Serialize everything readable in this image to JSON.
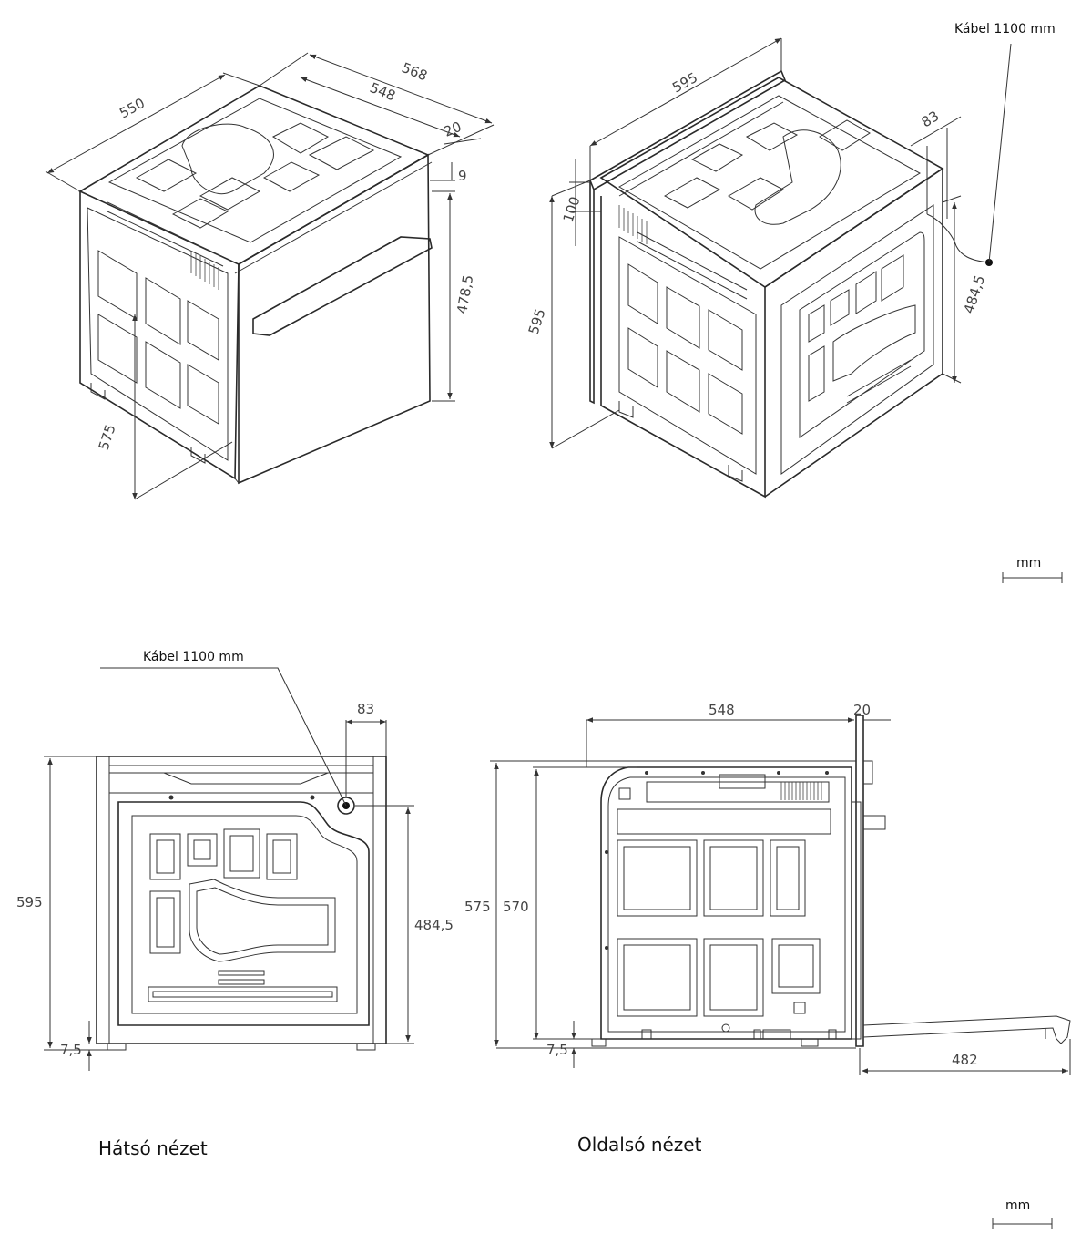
{
  "cable_note": "Kábel 1100 mm",
  "unit": "mm",
  "view1": {
    "d550": "550",
    "d568": "568",
    "d548": "548",
    "d20": "20",
    "d9": "9",
    "d478": "478,5",
    "d575": "575"
  },
  "view2": {
    "d595w": "595",
    "d83": "83",
    "d100": "100",
    "d595h": "595",
    "d484": "484,5"
  },
  "rear": {
    "caption": "Hátsó nézet",
    "d83": "83",
    "d595": "595",
    "d484": "484,5",
    "d75": "7,5"
  },
  "side": {
    "caption": "Oldalsó nézet",
    "d548": "548",
    "d20": "20",
    "d575": "575",
    "d570": "570",
    "d75": "7,5",
    "d482": "482"
  }
}
